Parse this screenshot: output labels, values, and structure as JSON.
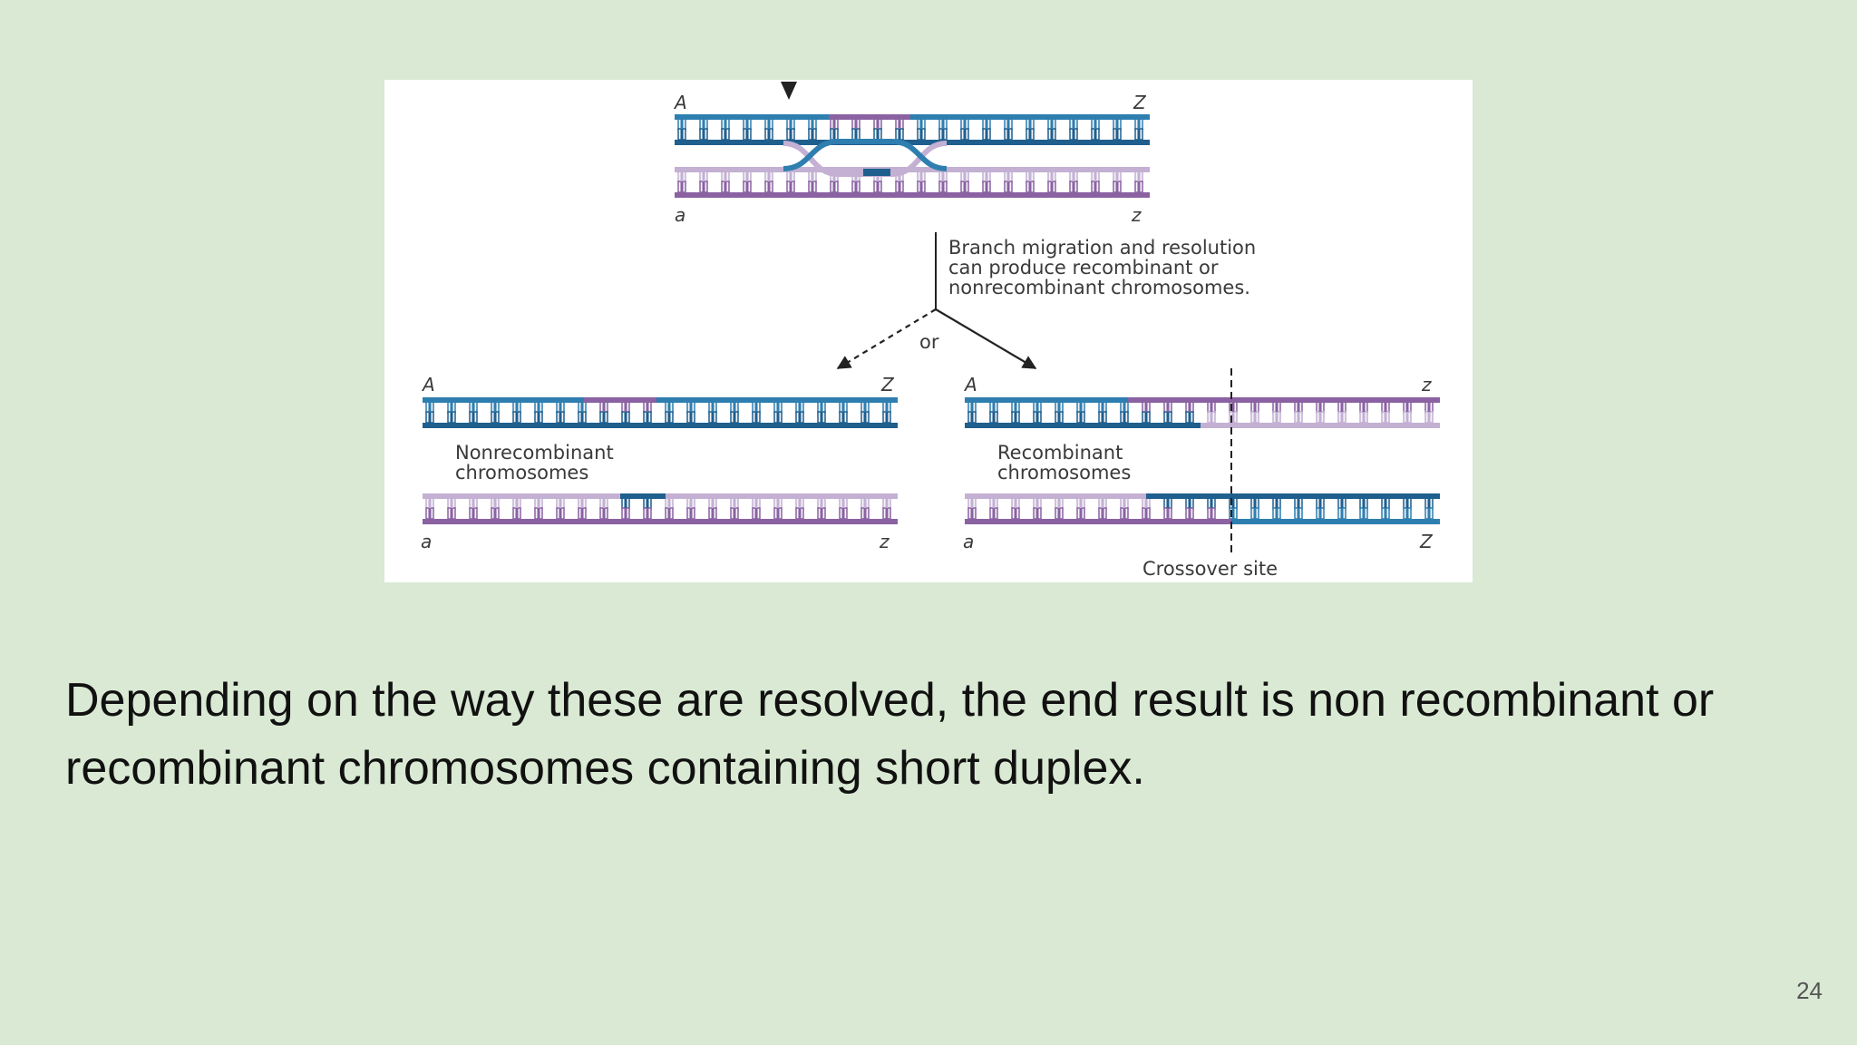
{
  "diagram": {
    "top_left_upper": "A",
    "top_right_upper": "Z",
    "top_left_lower": "a",
    "top_right_lower": "z",
    "caption_lines": [
      "Branch migration and resolution",
      "can produce recombinant or",
      "nonrecombinant chromosomes."
    ],
    "or_label": "or",
    "left_product": {
      "upper_left": "A",
      "upper_right": "Z",
      "lower_left": "a",
      "lower_right": "z",
      "label_lines": [
        "Nonrecombinant",
        "chromosomes"
      ]
    },
    "right_product": {
      "upper_left": "A",
      "upper_right": "z",
      "lower_left": "a",
      "lower_right": "Z",
      "label_lines": [
        "Recombinant",
        "chromosomes"
      ]
    },
    "crossover_label": "Crossover site",
    "colors": {
      "blue_strand": "#2e7fb0",
      "dark_blue_strand": "#1f5f8e",
      "purple_strand": "#8a62a2",
      "light_purple_strand": "#c3b0d3"
    }
  },
  "text": "Depending on the way these are resolved, the end result is non recombinant or recombinant chromosomes containing short duplex.",
  "slide_number": "24"
}
